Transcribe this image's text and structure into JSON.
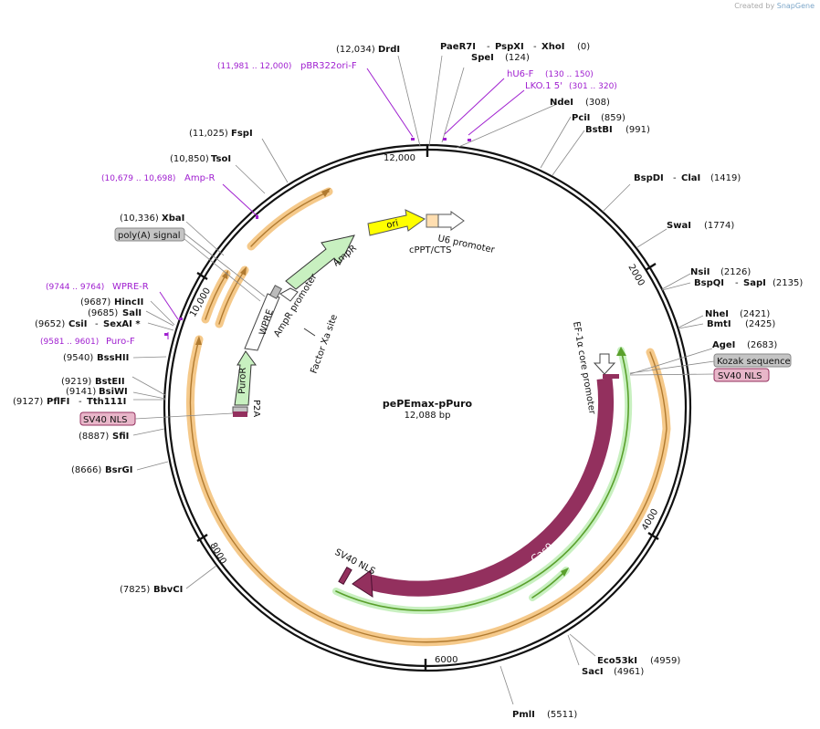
{
  "watermark": {
    "prefix": "Created by",
    "brand": "SnapGene"
  },
  "plasmid": {
    "name": "pePEmax-pPuro",
    "length_label": "12,088 bp",
    "total_bp": 12088
  },
  "ticks": [
    "2000",
    "4000",
    "6000",
    "8000",
    "10,000",
    "12,000"
  ],
  "colors": {
    "backbone": "#000000",
    "cas9": "#93305e",
    "orange": "#f5c98a",
    "green": "#c8f0c0",
    "yellow": "#ffff00",
    "purple_label": "#a020d0",
    "grey_tag": "#c4c4c4",
    "pink_tag": "#e8b6c9"
  },
  "enzymes": [
    {
      "id": "drdi",
      "name": "DrdI",
      "pos": "(12,034)"
    },
    {
      "id": "paer7i",
      "name": "PaeR7I",
      "mid": "PspXI",
      "last": "XhoI",
      "pos": "(0)"
    },
    {
      "id": "spei",
      "name": "SpeI",
      "pos": "(124)"
    },
    {
      "id": "ndei",
      "name": "NdeI",
      "pos": "(308)"
    },
    {
      "id": "pcii",
      "name": "PciI",
      "pos": "(859)"
    },
    {
      "id": "bstbi",
      "name": "BstBI",
      "pos": "(991)"
    },
    {
      "id": "bspdi",
      "name": "BspDI",
      "mid": "ClaI",
      "pos": "(1419)"
    },
    {
      "id": "swai",
      "name": "SwaI",
      "pos": "(1774)"
    },
    {
      "id": "nsii",
      "name": "NsiI",
      "pos": "(2126)"
    },
    {
      "id": "bspqi",
      "name": "BspQI",
      "mid": "SapI",
      "pos": "(2135)"
    },
    {
      "id": "nhei",
      "name": "NheI",
      "pos": "(2421)"
    },
    {
      "id": "bmti",
      "name": "BmtI",
      "pos": "(2425)"
    },
    {
      "id": "agei",
      "name": "AgeI",
      "pos": "(2683)"
    },
    {
      "id": "eco53ki",
      "name": "Eco53kI",
      "pos": "(4959)"
    },
    {
      "id": "saci",
      "name": "SacI",
      "pos": "(4961)"
    },
    {
      "id": "pmli",
      "name": "PmlI",
      "pos": "(5511)"
    },
    {
      "id": "bbvci",
      "name": "BbvCI",
      "pos": "(7825)"
    },
    {
      "id": "bsrgi",
      "name": "BsrGI",
      "pos": "(8666)"
    },
    {
      "id": "sfii",
      "name": "SfiI",
      "pos": "(8887)"
    },
    {
      "id": "pflfi",
      "name": "PflFI",
      "mid": "Tth111I",
      "pos": "(9127)"
    },
    {
      "id": "bsiwi",
      "name": "BsiWI",
      "pos": "(9141)"
    },
    {
      "id": "bsteii",
      "name": "BstEII",
      "pos": "(9219)"
    },
    {
      "id": "bsshii",
      "name": "BssHII",
      "pos": "(9540)"
    },
    {
      "id": "csii",
      "name": "CsiI",
      "mid": "SexAI *",
      "pos": "(9652)"
    },
    {
      "id": "sali",
      "name": "SalI",
      "pos": "(9685)"
    },
    {
      "id": "hincii",
      "name": "HincII",
      "pos": "(9687)"
    },
    {
      "id": "xbai",
      "name": "XbaI",
      "pos": "(10,336)"
    },
    {
      "id": "tsoi",
      "name": "TsoI",
      "pos": "(10,850)"
    },
    {
      "id": "fspi",
      "name": "FspI",
      "pos": "(11,025)"
    }
  ],
  "primers": [
    {
      "id": "pbr322ori",
      "name": "pBR322ori-F",
      "range": "(11,981 .. 12,000)"
    },
    {
      "id": "hu6",
      "name": "hU6-F",
      "range": "(130 .. 150)"
    },
    {
      "id": "lko",
      "name": "LKO.1 5'",
      "range": "(301 .. 320)"
    },
    {
      "id": "ampr_p",
      "name": "Amp-R",
      "range": "(10,679 .. 10,698)"
    },
    {
      "id": "wpre_r",
      "name": "WPRE-R",
      "range": "(9744 .. 9764)"
    },
    {
      "id": "puro_f",
      "name": "Puro-F",
      "range": "(9581 .. 9601)"
    }
  ],
  "tags": {
    "polya": "poly(A) signal",
    "kozak": "Kozak sequence",
    "sv40_right": "SV40 NLS",
    "sv40_left": "SV40 NLS"
  },
  "features": {
    "ori": "ori",
    "u6": "U6 promoter",
    "cppt": "cPPT/CTS",
    "ampr": "AmpR",
    "ampr_promoter": "AmpR promoter",
    "wpre": "WPRE",
    "factor_xa": "Factor Xa site",
    "puror": "PuroR",
    "p2a": "P2A",
    "ef1a": "EF-1α core promoter",
    "cas9": "Cas9",
    "sv40_nls_inner": "SV40 NLS"
  }
}
